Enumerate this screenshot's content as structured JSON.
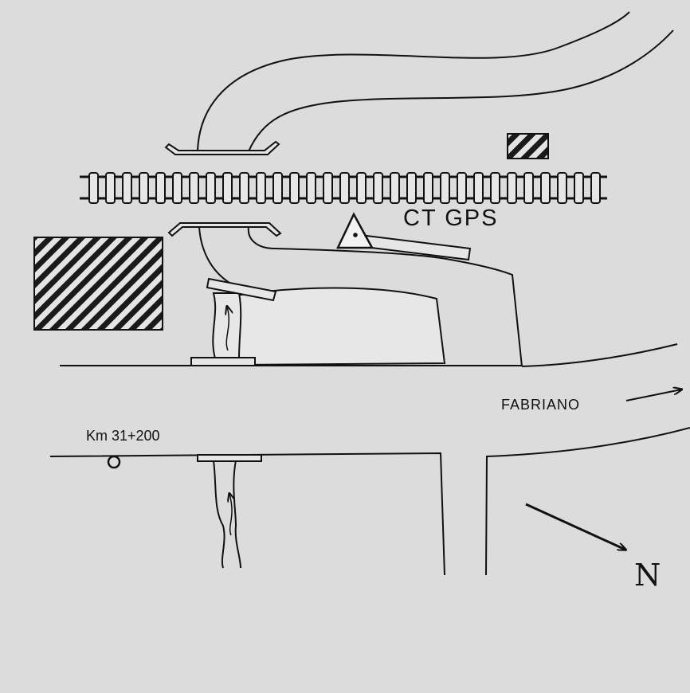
{
  "map": {
    "station_label": "CT GPS",
    "town_label": "FABRIANO",
    "km_marker_label": "Km 31+200",
    "north_label": "N"
  },
  "colors": {
    "background": "#dcdcdc",
    "ink": "#111111",
    "paved_area_fill": "#e7e7e7"
  },
  "icons": {
    "station_symbol": "triangle-with-dot",
    "building_hatch": "diagonal-hatch",
    "flow_arrow": "arrow"
  }
}
